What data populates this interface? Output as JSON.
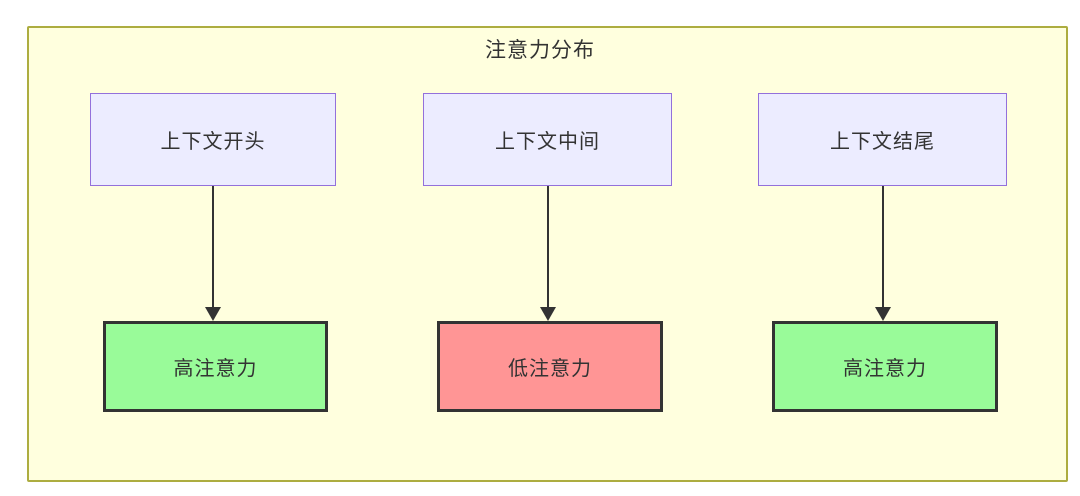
{
  "diagram": {
    "title": "注意力分布",
    "type": "flowchart-top-down",
    "colors": {
      "frame_fill": "#ffffde",
      "frame_border": "#adad40",
      "node_fill": "#ececff",
      "node_border": "#9370db",
      "high_fill": "#99fb99",
      "low_fill": "#ff9595",
      "dark": "#333333",
      "text": "#333333"
    },
    "columns": [
      {
        "source": "上下文开头",
        "target": "高注意力",
        "target_type": "high"
      },
      {
        "source": "上下文中间",
        "target": "低注意力",
        "target_type": "low"
      },
      {
        "source": "上下文结尾",
        "target": "高注意力",
        "target_type": "high"
      }
    ]
  }
}
